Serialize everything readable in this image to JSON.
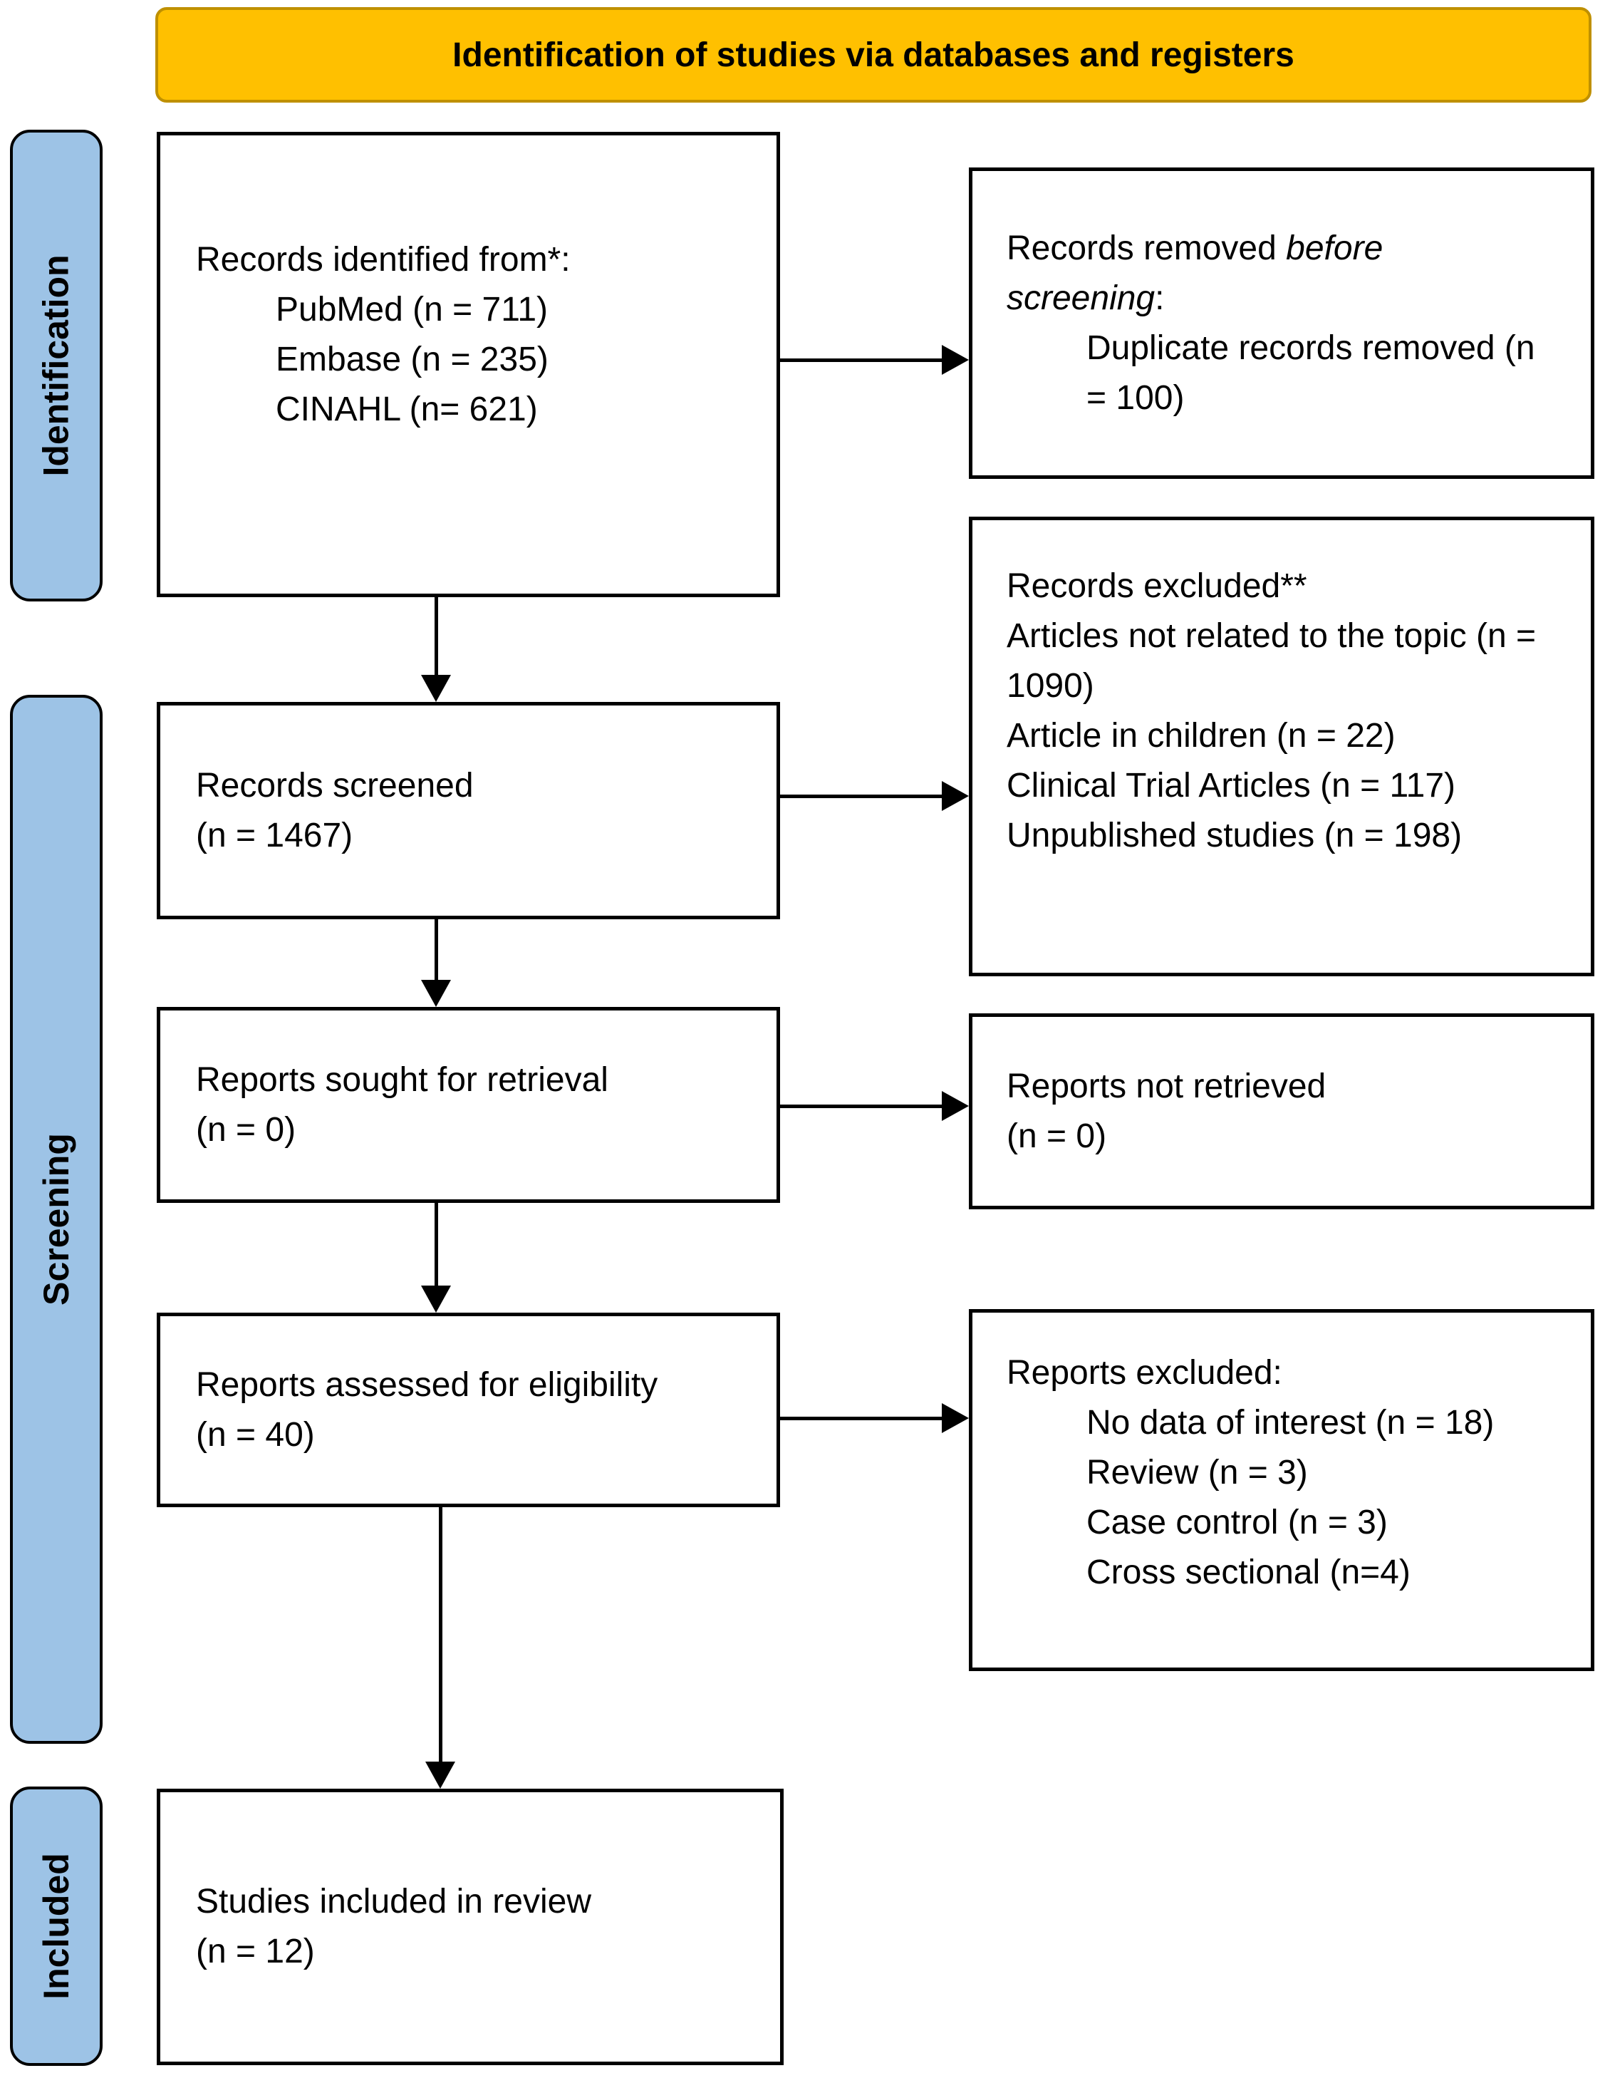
{
  "banner": {
    "title": "Identification of studies via databases and registers"
  },
  "sidebar": {
    "identification": "Identification",
    "screening": "Screening",
    "included": "Included"
  },
  "flow": {
    "records_identified": {
      "title": "Records identified from*:",
      "items": [
        "PubMed (n = 711)",
        "Embase (n = 235)",
        "CINAHL (n= 621)"
      ]
    },
    "records_removed": {
      "title_prefix": "Records removed ",
      "title_italic": "before screening",
      "title_suffix": ":",
      "items": [
        "Duplicate records removed (n = 100)"
      ]
    },
    "records_screened": {
      "lines": [
        "Records screened",
        "(n = 1467)"
      ]
    },
    "records_excluded": {
      "title": "Records excluded**",
      "items": [
        "Articles not related to the topic (n = 1090)",
        "Article in children (n = 22)",
        "Clinical Trial Articles (n = 117)",
        "Unpublished studies (n = 198)"
      ]
    },
    "reports_sought": {
      "lines": [
        "Reports sought for retrieval",
        "(n = 0)"
      ]
    },
    "reports_not_retrieved": {
      "lines": [
        "Reports not retrieved",
        "(n = 0)"
      ]
    },
    "reports_assessed": {
      "lines": [
        "Reports assessed for eligibility",
        "(n = 40)"
      ]
    },
    "reports_excluded": {
      "title": "Reports excluded:",
      "items": [
        "No data of interest (n = 18)",
        "Review (n = 3)",
        "Case control (n = 3)",
        "Cross sectional (n=4)"
      ]
    },
    "studies_included": {
      "lines": [
        "Studies included in review",
        "(n = 12)"
      ]
    }
  },
  "colors": {
    "banner_fill": "#FFC000",
    "banner_border": "#BF9000",
    "sidebar_fill": "#9DC3E6",
    "box_border": "#000000",
    "background": "#FFFFFF"
  }
}
